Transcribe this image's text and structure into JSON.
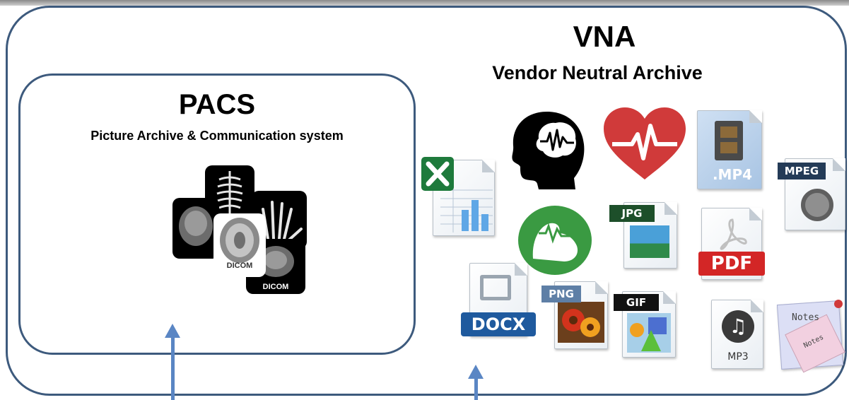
{
  "vna": {
    "title": "VNA",
    "subtitle": "Vendor Neutral Archive"
  },
  "pacs": {
    "title": "PACS",
    "subtitle": "Picture Archive & Communication system",
    "dicom_label_1": "DICOM",
    "dicom_label_2": "DICOM"
  },
  "files": {
    "mp4": ".MP4",
    "mpeg": "MPEG",
    "jpg": "JPG",
    "pdf": "PDF",
    "docx": "DOCX",
    "png": "PNG",
    "gif": "GIF",
    "mp3": "MP3",
    "notes_1": "Notes",
    "notes_2": "Notes"
  },
  "colors": {
    "border": "#3d5a7d",
    "arrow": "#5a86c4",
    "heart": "#d03a3a",
    "muscle": "#3a9a42",
    "excel": "#1e7a3c",
    "pdf": "#d32626",
    "docx": "#1f5a9e"
  }
}
